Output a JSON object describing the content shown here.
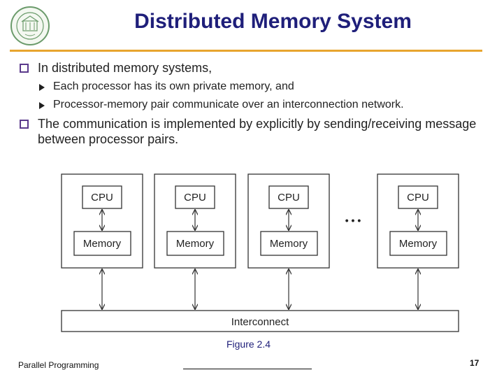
{
  "slide": {
    "title": "Distributed Memory System",
    "bullets": [
      {
        "text": "In distributed memory systems,",
        "sub": [
          "Each processor has its own private memory, and",
          "Processor-memory pair communicate over an interconnection network."
        ]
      },
      {
        "text": "The communication is implemented by explicitly by sending/receiving message between processor pairs.",
        "sub": []
      }
    ],
    "diagram": {
      "nodes": [
        {
          "cpu": "CPU",
          "memory": "Memory"
        },
        {
          "cpu": "CPU",
          "memory": "Memory"
        },
        {
          "cpu": "CPU",
          "memory": "Memory"
        },
        {
          "cpu": "CPU",
          "memory": "Memory"
        }
      ],
      "ellipsis": "• • •",
      "interconnect": "Interconnect"
    },
    "caption": "Figure 2.4",
    "footer": "Parallel Programming",
    "page_number": "17"
  },
  "colors": {
    "title": "#1f1f7a",
    "rule": "#e8a52f",
    "bullet_box": "#5b3a8c"
  },
  "icons": {
    "logo": "university-seal-icon",
    "bullet_level1": "square-bullet-icon",
    "bullet_level2": "triangle-bullet-icon"
  }
}
